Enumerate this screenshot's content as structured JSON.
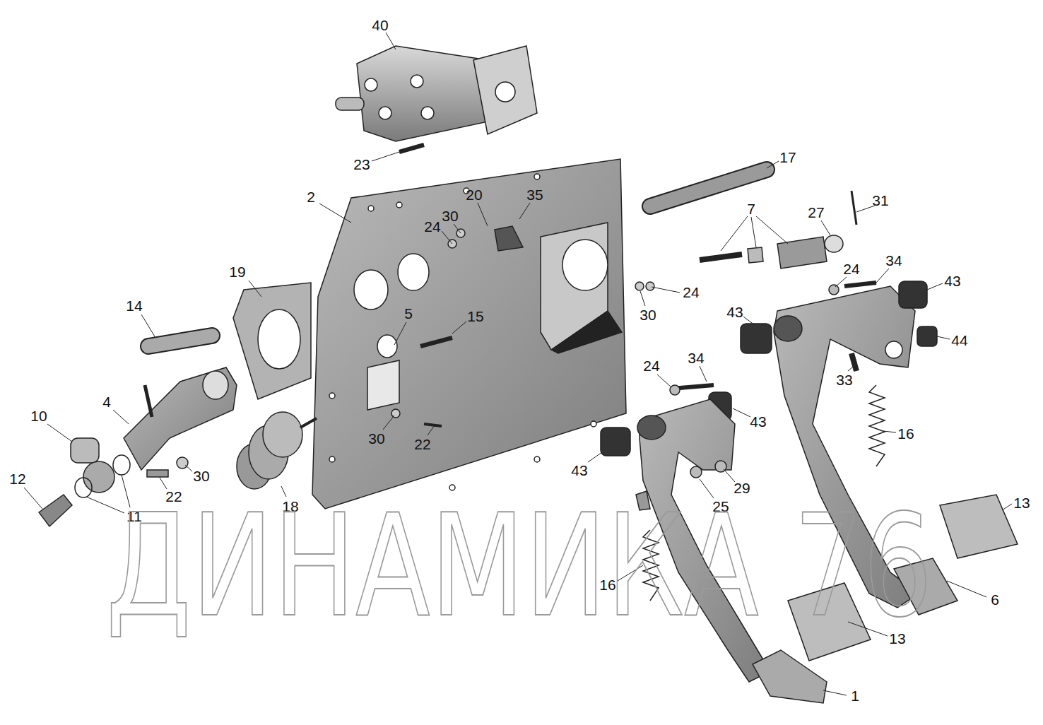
{
  "diagram": {
    "labels": [
      "40",
      "23",
      "17",
      "2",
      "20",
      "35",
      "30",
      "24",
      "7",
      "27",
      "31",
      "19",
      "24",
      "34",
      "43",
      "14",
      "5",
      "15",
      "30",
      "24",
      "43",
      "44",
      "33",
      "24",
      "34",
      "10",
      "4",
      "16",
      "30",
      "22",
      "43",
      "43",
      "30",
      "22",
      "29",
      "25",
      "18",
      "12",
      "11",
      "13",
      "16",
      "6",
      "13",
      "1",
      "ДИНАМИКА 76"
    ]
  }
}
